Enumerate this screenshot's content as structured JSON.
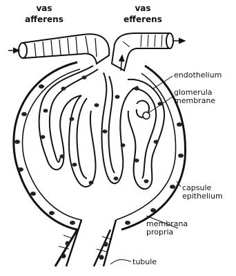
{
  "labels": {
    "vas_afferens_line1": "vas",
    "vas_afferens_line2": "afferens",
    "vas_efferens_line1": "vas",
    "vas_efferens_line2": "efferens",
    "endothelium": "endothelium",
    "glomerula_line1": "glomerula",
    "glomerula_line2": "membrane",
    "capsule_line1": "capsule",
    "capsule_line2": "epithelium",
    "membrana_line1": "membrana",
    "membrana_line2": "propria",
    "tubule": "tubule"
  },
  "colors": {
    "ink": "#111111",
    "background": "#ffffff",
    "nucleus": "#222222"
  }
}
